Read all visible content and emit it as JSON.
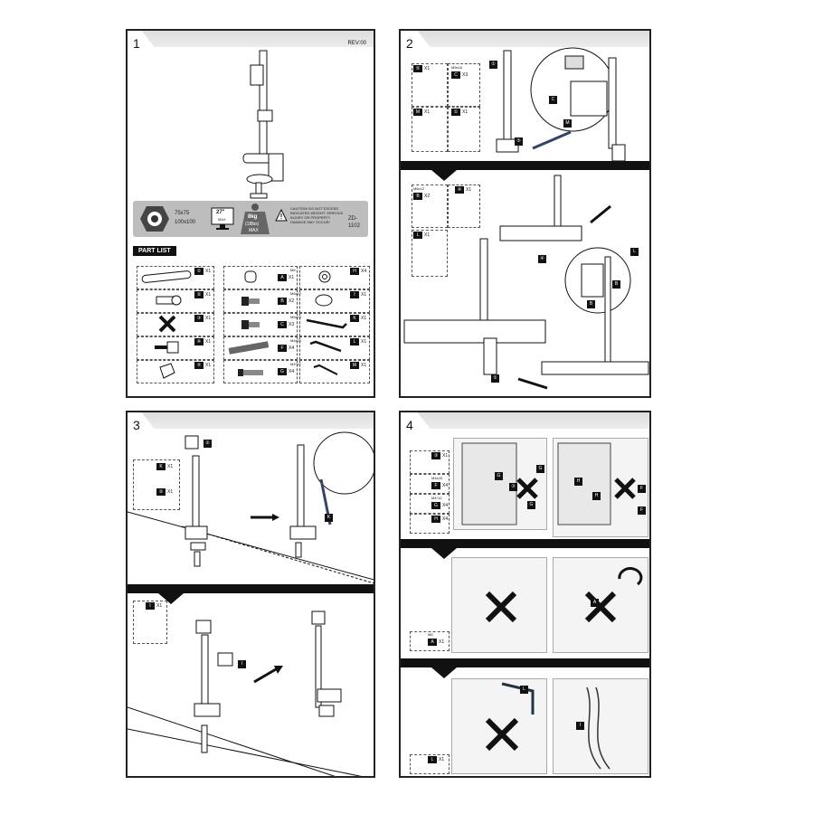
{
  "panels": {
    "p1": {
      "num": "1",
      "rev": "REV:00"
    },
    "p2": {
      "num": "2"
    },
    "p3": {
      "num": "3"
    },
    "p4": {
      "num": "4"
    }
  },
  "spec": {
    "vesa_1": "75x75",
    "vesa_2": "100x100",
    "screen_size": "27\"",
    "screen_max": "MAX",
    "weight": "8kg",
    "weight_lbs": "(18lbs)",
    "weight_max": "MAX",
    "caution": "CAUTION! DO NOT EXCEED INDICATED WEIGHT. SERIOUS INJURY OR PROPERTY DAMAGE MAY OCCUR!",
    "model": "ZD-1102"
  },
  "part_list": {
    "title": "PART LIST",
    "left": [
      {
        "label": "①",
        "qty": "X1"
      },
      {
        "label": "②",
        "qty": "X1"
      },
      {
        "label": "③",
        "qty": "X1"
      },
      {
        "label": "④",
        "qty": "X1"
      },
      {
        "label": "⑤",
        "qty": "X1"
      }
    ],
    "mid": [
      {
        "size": "M6",
        "label": "A",
        "qty": "X1"
      },
      {
        "size": "M6x12",
        "label": "B",
        "qty": "X2"
      },
      {
        "size": "M5x16",
        "label": "C",
        "qty": "X3"
      },
      {
        "size": "M4x20",
        "label": "F",
        "qty": "X4"
      },
      {
        "size": "M4*12",
        "label": "G",
        "qty": "X4"
      }
    ],
    "right": [
      {
        "label": "H",
        "qty": "X4"
      },
      {
        "label": "I",
        "qty": "X1"
      },
      {
        "label": "K",
        "qty": "X1"
      },
      {
        "label": "L",
        "qty": "X1"
      },
      {
        "label": "M",
        "qty": "X1"
      }
    ]
  },
  "step2_parts": [
    {
      "label": "⑤",
      "qty": "X1"
    },
    {
      "size": "M5x16",
      "label": "C",
      "qty": "X3"
    },
    {
      "label": "M",
      "qty": "X1"
    },
    {
      "label": "①",
      "qty": "X1"
    }
  ],
  "step2b_parts": [
    {
      "size": "M6x12",
      "label": "B",
      "qty": "X2"
    },
    {
      "label": "④",
      "qty": "X1"
    },
    {
      "label": "L",
      "qty": "X1"
    }
  ],
  "step3_parts": [
    {
      "label": "K",
      "qty": "X1"
    },
    {
      "label": "②",
      "qty": "X1"
    }
  ],
  "step3b_parts": [
    {
      "label": "I",
      "qty": "X1"
    }
  ],
  "step4_parts": [
    {
      "label": "③",
      "qty": "X1"
    },
    {
      "size": "M4x20",
      "label": "F",
      "qty": "X4"
    },
    {
      "size": "M4*12",
      "label": "G",
      "qty": "X4"
    },
    {
      "label": "H",
      "qty": "X4"
    }
  ],
  "step4b_parts": [
    {
      "size": "M6",
      "label": "A",
      "qty": "X1"
    }
  ],
  "step4c_parts": [
    {
      "label": "L",
      "qty": "X1"
    }
  ],
  "callouts": {
    "c1": "①",
    "c2": "②",
    "c3": "③",
    "c4": "④",
    "c5": "⑤",
    "A": "A",
    "B": "B",
    "C": "C",
    "F": "F",
    "G": "G",
    "H": "H",
    "I": "I",
    "K": "K",
    "L": "L",
    "M": "M"
  }
}
